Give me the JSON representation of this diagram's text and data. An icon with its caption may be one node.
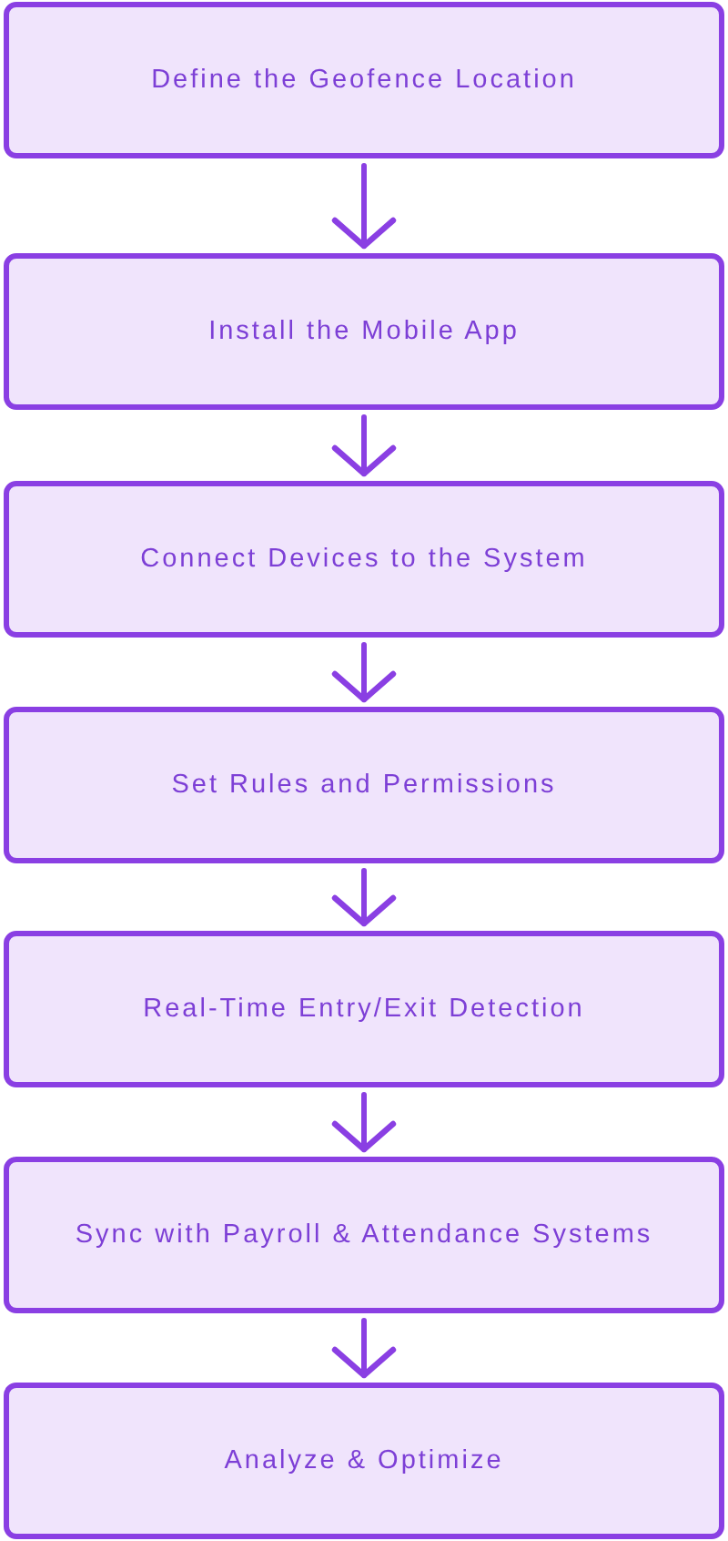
{
  "diagram": {
    "nodes": [
      {
        "text": [
          "Define the Geofence Location"
        ]
      },
      {
        "text": [
          "Install the Mobile App"
        ]
      },
      {
        "text": [
          "Connect Devices to the System"
        ]
      },
      {
        "text": [
          "Set Rules and Permissions"
        ]
      },
      {
        "text": [
          "Real-Time Entry/Exit Detection"
        ]
      },
      {
        "text": [
          "Sync with Payroll & Attendance Systems"
        ]
      },
      {
        "text": [
          "Analyze & Optimize"
        ]
      }
    ],
    "edges": [
      {
        "from": 0,
        "to": 1,
        "arrow": "to"
      },
      {
        "from": 1,
        "to": 2,
        "arrow": "to"
      },
      {
        "from": 2,
        "to": 3,
        "arrow": "to"
      },
      {
        "from": 3,
        "to": 4,
        "arrow": "to"
      },
      {
        "from": 4,
        "to": 5,
        "arrow": "to"
      },
      {
        "from": 5,
        "to": 6,
        "arrow": "to"
      }
    ]
  }
}
